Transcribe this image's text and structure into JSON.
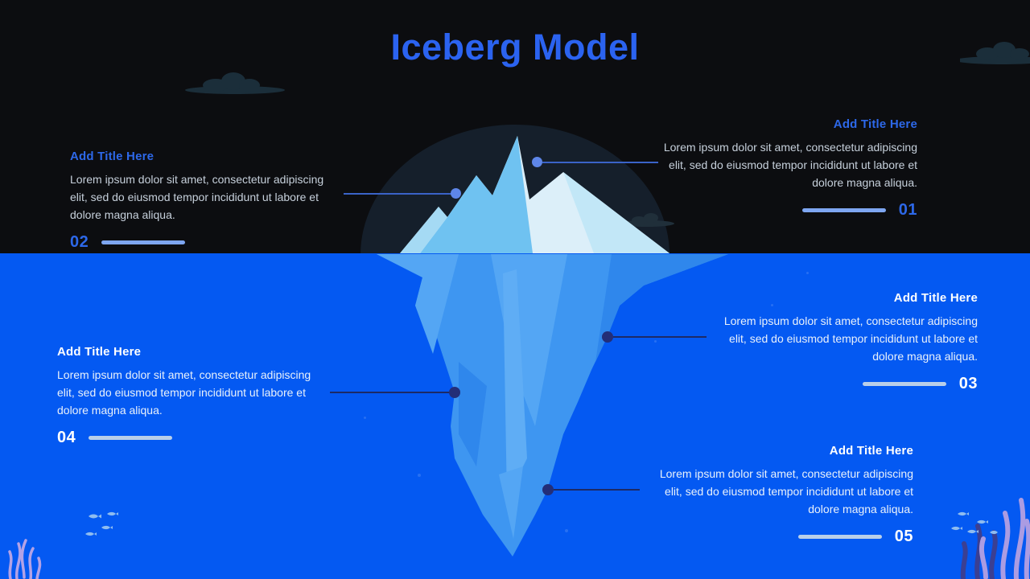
{
  "title": "Iceberg Model",
  "callouts": [
    {
      "number": "01",
      "title": "Add Title Here",
      "body": "Lorem ipsum dolor sit amet, consectetur adipiscing elit, sed do eiusmod tempor incididunt ut labore et dolore magna aliqua."
    },
    {
      "number": "02",
      "title": "Add Title Here",
      "body": "Lorem ipsum dolor sit amet, consectetur adipiscing elit, sed do eiusmod tempor incididunt ut labore et dolore magna aliqua."
    },
    {
      "number": "03",
      "title": "Add Title Here",
      "body": "Lorem ipsum dolor sit amet, consectetur adipiscing elit, sed do eiusmod tempor incididunt ut labore et dolore magna aliqua."
    },
    {
      "number": "04",
      "title": "Add Title Here",
      "body": "Lorem ipsum dolor sit amet, consectetur adipiscing elit, sed do eiusmod tempor incididunt ut labore et dolore magna aliqua."
    },
    {
      "number": "05",
      "title": "Add Title Here",
      "body": "Lorem ipsum dolor sit amet, consectetur adipiscing elit, sed do eiusmod tempor incididunt ut labore et dolore magna aliqua."
    }
  ],
  "colors": {
    "accent_blue": "#2b63f0",
    "sky_background": "#0c0d10",
    "water_background": "#0459f2",
    "iceberg_above": "#dceff9",
    "iceberg_below": "#3e96f1",
    "number_line_above": "#7ea6f1",
    "number_line_below": "#b9cfe9",
    "connector_above": "#5e86e8",
    "connector_below": "#232e78"
  }
}
